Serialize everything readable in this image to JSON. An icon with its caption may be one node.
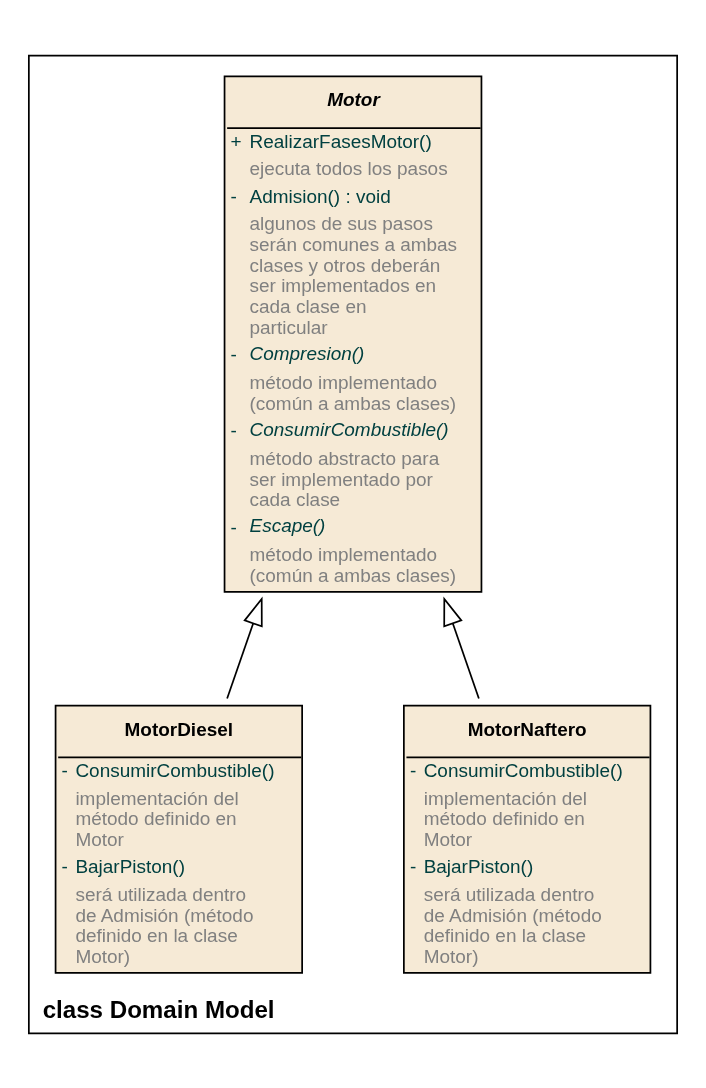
{
  "diagram": {
    "nodes": [
      {
        "text": [
          "class Domain Model"
        ]
      },
      {
        "text": [
          "Motor",
          "+",
          "RealizarFasesMotor()",
          "ejecuta todos los pasos",
          "-",
          "Admision() : void",
          "algunos de sus pasos serán comunes a ambas clases y otros deberán ser implementados en cada clase en particular",
          "-",
          "Compresion()",
          "método implementado (común a ambas clases)",
          "-",
          "ConsumirCombustible()",
          "método abstracto para ser implementado por cada clase",
          "-",
          "Escape()",
          "método implementado (común a ambas clases)"
        ],
        "in": 0
      },
      {
        "text": [
          "MotorNaftero",
          "-",
          "ConsumirCombustible()",
          "implementación del método definido en Motor",
          "-",
          "BajarPiston()",
          "será utilizada dentro de Admisión (método definido en la clase Motor)"
        ],
        "in": 0
      },
      {
        "text": [
          "MotorDiesel",
          "-",
          "ConsumirCombustible()",
          "implementación del método definido en Motor",
          "-",
          "BajarPiston()",
          "será utilizada dentro de Admisión (método definido en la clase Motor)"
        ],
        "in": 0
      }
    ],
    "edges": [
      {
        "from": 2,
        "to": 1,
        "arrow": "to"
      },
      {
        "from": 3,
        "to": 1,
        "arrow": "to"
      }
    ]
  }
}
